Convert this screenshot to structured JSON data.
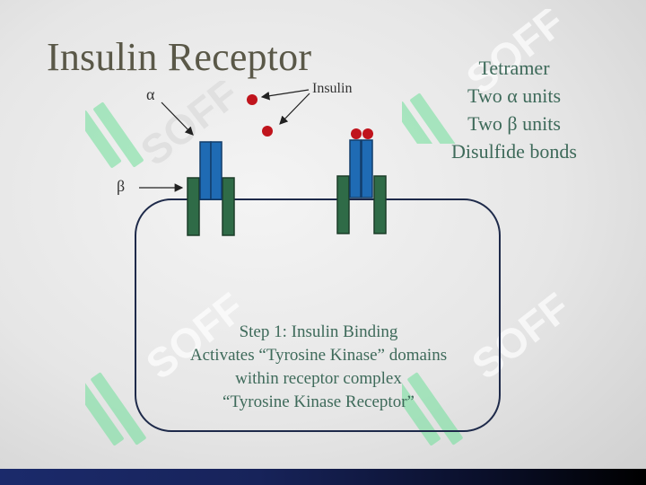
{
  "title": "Insulin Receptor",
  "features": [
    "Tetramer",
    "Two α units",
    "Two β units",
    "Disulfide bonds"
  ],
  "labels": {
    "alpha": "α",
    "beta": "β",
    "insulin": "Insulin"
  },
  "step_text": [
    "Step 1: Insulin Binding",
    "Activates “Tyrosine Kinase” domains",
    "within receptor complex",
    "“Tyrosine Kinase Receptor”"
  ],
  "watermark_text": "SOFF",
  "colors": {
    "alpha_subunit": "#1f6bb4",
    "beta_subunit": "#2f6b47",
    "insulin": "#c0141c",
    "cell_outline": "#1e2a4a",
    "text_green": "#3e6a5a"
  }
}
